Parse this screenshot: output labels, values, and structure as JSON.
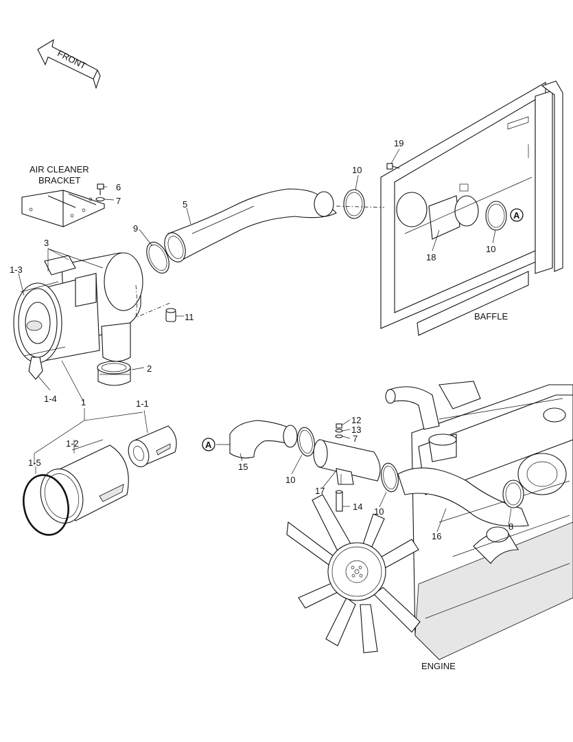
{
  "labels": {
    "front": "FRONT",
    "air_cleaner_bracket_line1": "AIR CLEANER",
    "air_cleaner_bracket_line2": "BRACKET",
    "baffle": "BAFFLE",
    "engine": "ENGINE",
    "ref_a": "A"
  },
  "callouts": {
    "p1": "1",
    "p1_1": "1-1",
    "p1_2": "1-2",
    "p1_3": "1-3",
    "p1_4": "1-4",
    "p1_5": "1-5",
    "p2": "2",
    "p3": "3",
    "p5": "5",
    "p6": "6",
    "p7a": "7",
    "p7b": "7",
    "p8": "8",
    "p9": "9",
    "p10a": "10",
    "p10b": "10",
    "p10c": "10",
    "p10d": "10",
    "p11": "11",
    "p12": "12",
    "p13": "13",
    "p14": "14",
    "p15": "15",
    "p16": "16",
    "p17": "17",
    "p18": "18",
    "p19": "19"
  },
  "icons": {
    "front_arrow": "front-arrow-icon",
    "ref_circle": "reference-circle-icon"
  }
}
